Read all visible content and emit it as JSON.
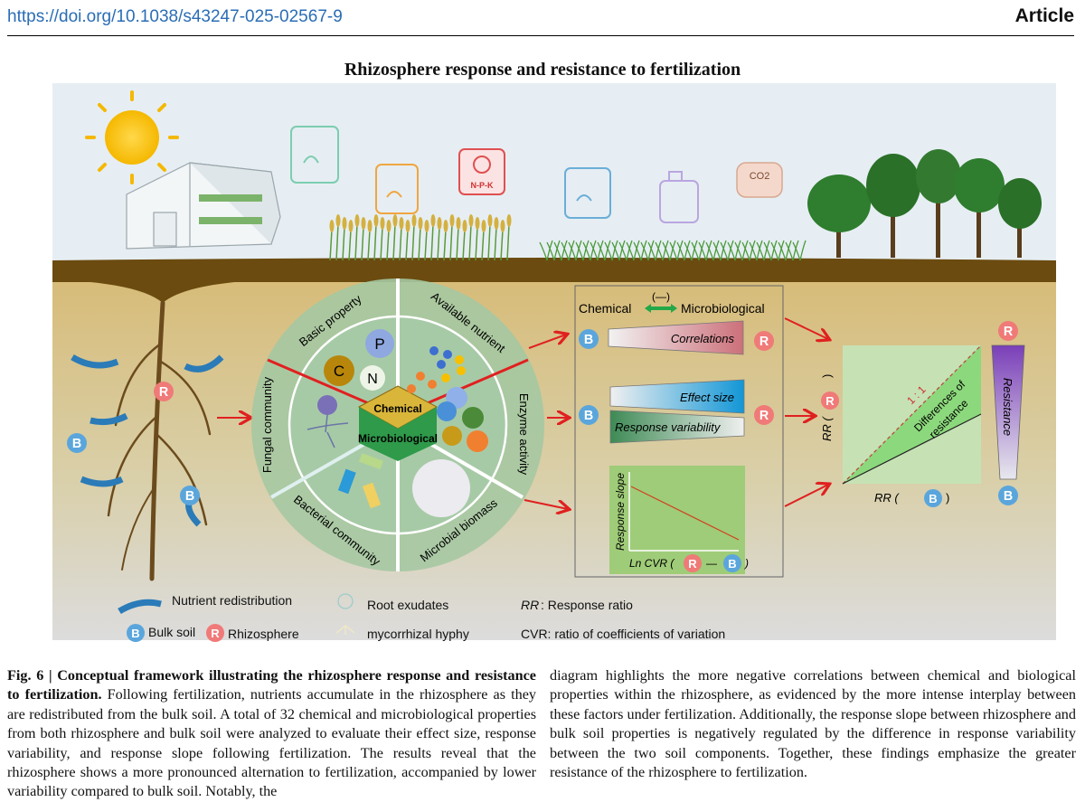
{
  "header": {
    "doi": "https://doi.org/10.1038/s43247-025-02567-9",
    "section": "Article"
  },
  "figure": {
    "title": "Rhizosphere response and resistance to fertilization",
    "fertilizer_label_npk": "N-P-K",
    "co2_label": "CO2",
    "wheel": {
      "center_top": "Chemical",
      "center_bottom": "Microbiological",
      "segments": [
        "Basic property",
        "Available nutrient",
        "Enzyme activity",
        "Microbial biomass",
        "Bacterial community",
        "Fungal community"
      ],
      "nutrients": [
        "C",
        "P",
        "N"
      ]
    },
    "panel": {
      "chemical": "Chemical",
      "microbiological": "Microbiological",
      "negative": "(—)",
      "correlations": "Correlations",
      "effect_size": "Effect size",
      "response_variability": "Response variability",
      "response_slope": "Response slope",
      "ln_cvr": "Ln CVR (",
      "dash": "—",
      "close": ")"
    },
    "scatter": {
      "y_label": "RR (",
      "x_label": "RR (",
      "close": ")",
      "one_to_one": "1 : 1",
      "differences_1": "Differences of",
      "differences_2": "resistance"
    },
    "resistance": "Resistance",
    "badge_b": "B",
    "badge_r": "R",
    "legend": {
      "nutrient_redistribution": "Nutrient redistribution",
      "bulk_soil": "Bulk soil",
      "rhizosphere": "Rhizosphere",
      "root_exudates": "Root exudates",
      "mycorrhizal": "mycorrhizal hyphy",
      "rr_abbr": "RR",
      "rr_def": ": Response ratio",
      "cvr_def": "CVR: ratio of coefficients of variation"
    },
    "colors": {
      "bulk_soil": "#5aa6dc",
      "rhizosphere": "#f07a78",
      "arrow": "#e02020",
      "sky": "#e6eef3",
      "soil": "#d9bf7d"
    }
  },
  "caption": {
    "label": "Fig. 6 | Conceptual framework illustrating the rhizosphere response and resistance to fertilization.",
    "text": " Following fertilization, nutrients accumulate in the rhizosphere as they are redistributed from the bulk soil. A total of 32 chemical and microbiological properties from both rhizosphere and bulk soil were analyzed to evaluate their effect size, response variability, and response slope following fertilization. The results reveal that the rhizosphere shows a more pronounced alternation to fertilization, accompanied by lower variability compared to bulk soil. Notably, the",
    "text_col2": "diagram highlights the more negative correlations between chemical and biological properties within the rhizosphere, as evidenced by the more intense interplay between these factors under fertilization. Additionally, the response slope between rhizosphere and bulk soil properties is negatively regulated by the difference in response variability between the two soil components. Together, these findings emphasize the greater resistance of the rhizosphere to fertilization."
  }
}
